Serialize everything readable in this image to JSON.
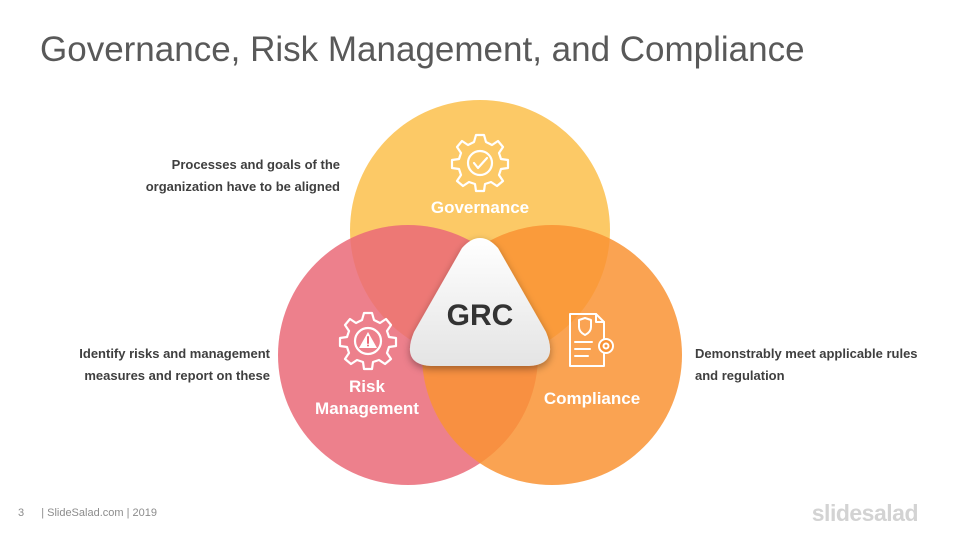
{
  "slide": {
    "title": "Governance, Risk Management, and Compliance",
    "footer_number": "3",
    "footer_text": "| SlideSalad.com | 2019",
    "logo": "slidesalad"
  },
  "diagram": {
    "center_label": "GRC",
    "circles": [
      {
        "id": "governance",
        "label": "Governance",
        "icon": "gear-check-icon",
        "color": "#FBC04B"
      },
      {
        "id": "risk",
        "label_line1": "Risk",
        "label_line2": "Management",
        "icon": "gear-warning-icon",
        "color": "#EA6A78"
      },
      {
        "id": "compliance",
        "label": "Compliance",
        "icon": "document-gear-icon",
        "color": "#F99334"
      }
    ],
    "descriptions": {
      "governance": {
        "line1": "Processes and goals of the",
        "line2": "organization have to be aligned"
      },
      "risk": {
        "line1": "Identify risks and management",
        "line2": "measures and report on these"
      },
      "compliance": {
        "line1": "Demonstrably meet applicable rules",
        "line2": "and regulation"
      }
    }
  }
}
